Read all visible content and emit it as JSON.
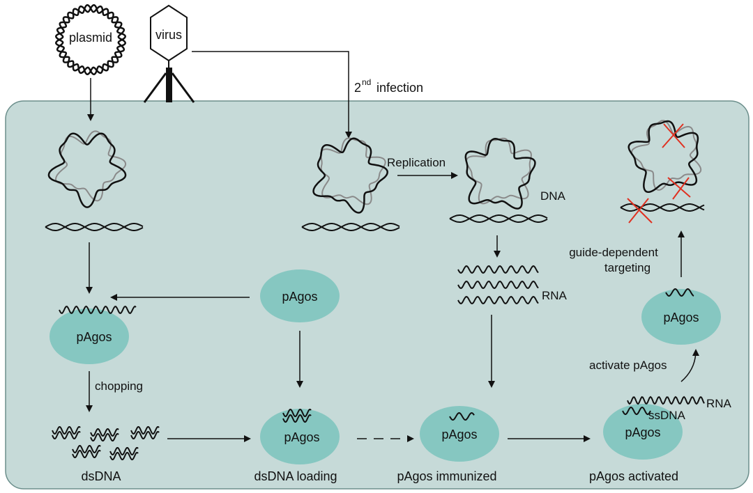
{
  "colors": {
    "cell_fill": "#c6dad8",
    "cell_stroke": "#6b8e8b",
    "pago_fill": "#86c7c1",
    "cut": "#e03020",
    "ink": "#111111",
    "grey": "#8a8a8a"
  },
  "labels": {
    "plasmid": "plasmid",
    "virus": "virus",
    "infection_sup": "nd",
    "infection_num": "2",
    "infection_text": "infection",
    "replication": "Replication",
    "dna": "DNA",
    "rna_right": "RNA",
    "rna_ssdna": "RNA",
    "ssdna": "ssDNA",
    "guide_line1": "guide-dependent",
    "guide_line2": "targeting",
    "activate": "activate pAgos",
    "chopping": "chopping",
    "pagos": "pAgos",
    "dsdna": "dsDNA",
    "dsdna_loading": "dsDNA loading",
    "pagos_immunized": "pAgos immunized",
    "pagos_activated": "pAgos activated"
  }
}
